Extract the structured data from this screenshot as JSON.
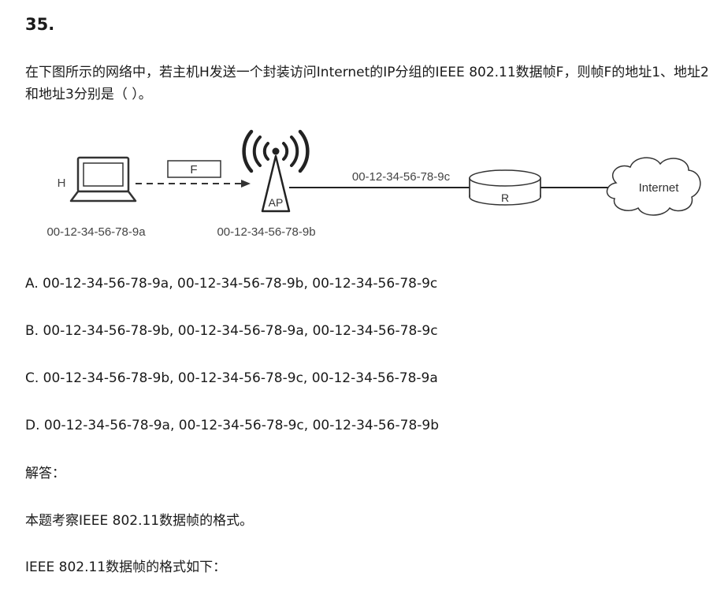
{
  "question": {
    "number": "35.",
    "stem": "在下图所示的网络中，若主机H发送一个封装访问Internet的IP分组的IEEE 802.11数据帧F，则帧F的地址1、地址2和地址3分别是（ ）。"
  },
  "diagram": {
    "host_label": "H",
    "host_mac": "00-12-34-56-78-9a",
    "frame_label": "F",
    "ap_label": "AP",
    "ap_mac": "00-12-34-56-78-9b",
    "router_mac": "00-12-34-56-78-9c",
    "router_label": "R",
    "cloud_label": "Internet"
  },
  "options": [
    {
      "text": "A. 00-12-34-56-78-9a, 00-12-34-56-78-9b, 00-12-34-56-78-9c"
    },
    {
      "text": "B. 00-12-34-56-78-9b, 00-12-34-56-78-9a, 00-12-34-56-78-9c"
    },
    {
      "text": "C. 00-12-34-56-78-9b, 00-12-34-56-78-9c, 00-12-34-56-78-9a"
    },
    {
      "text": "D. 00-12-34-56-78-9a, 00-12-34-56-78-9c, 00-12-34-56-78-9b"
    }
  ],
  "answer": {
    "heading": "解答：",
    "para1": "本题考察IEEE 802.11数据帧的格式。",
    "para2": "IEEE 802.11数据帧的格式如下："
  }
}
